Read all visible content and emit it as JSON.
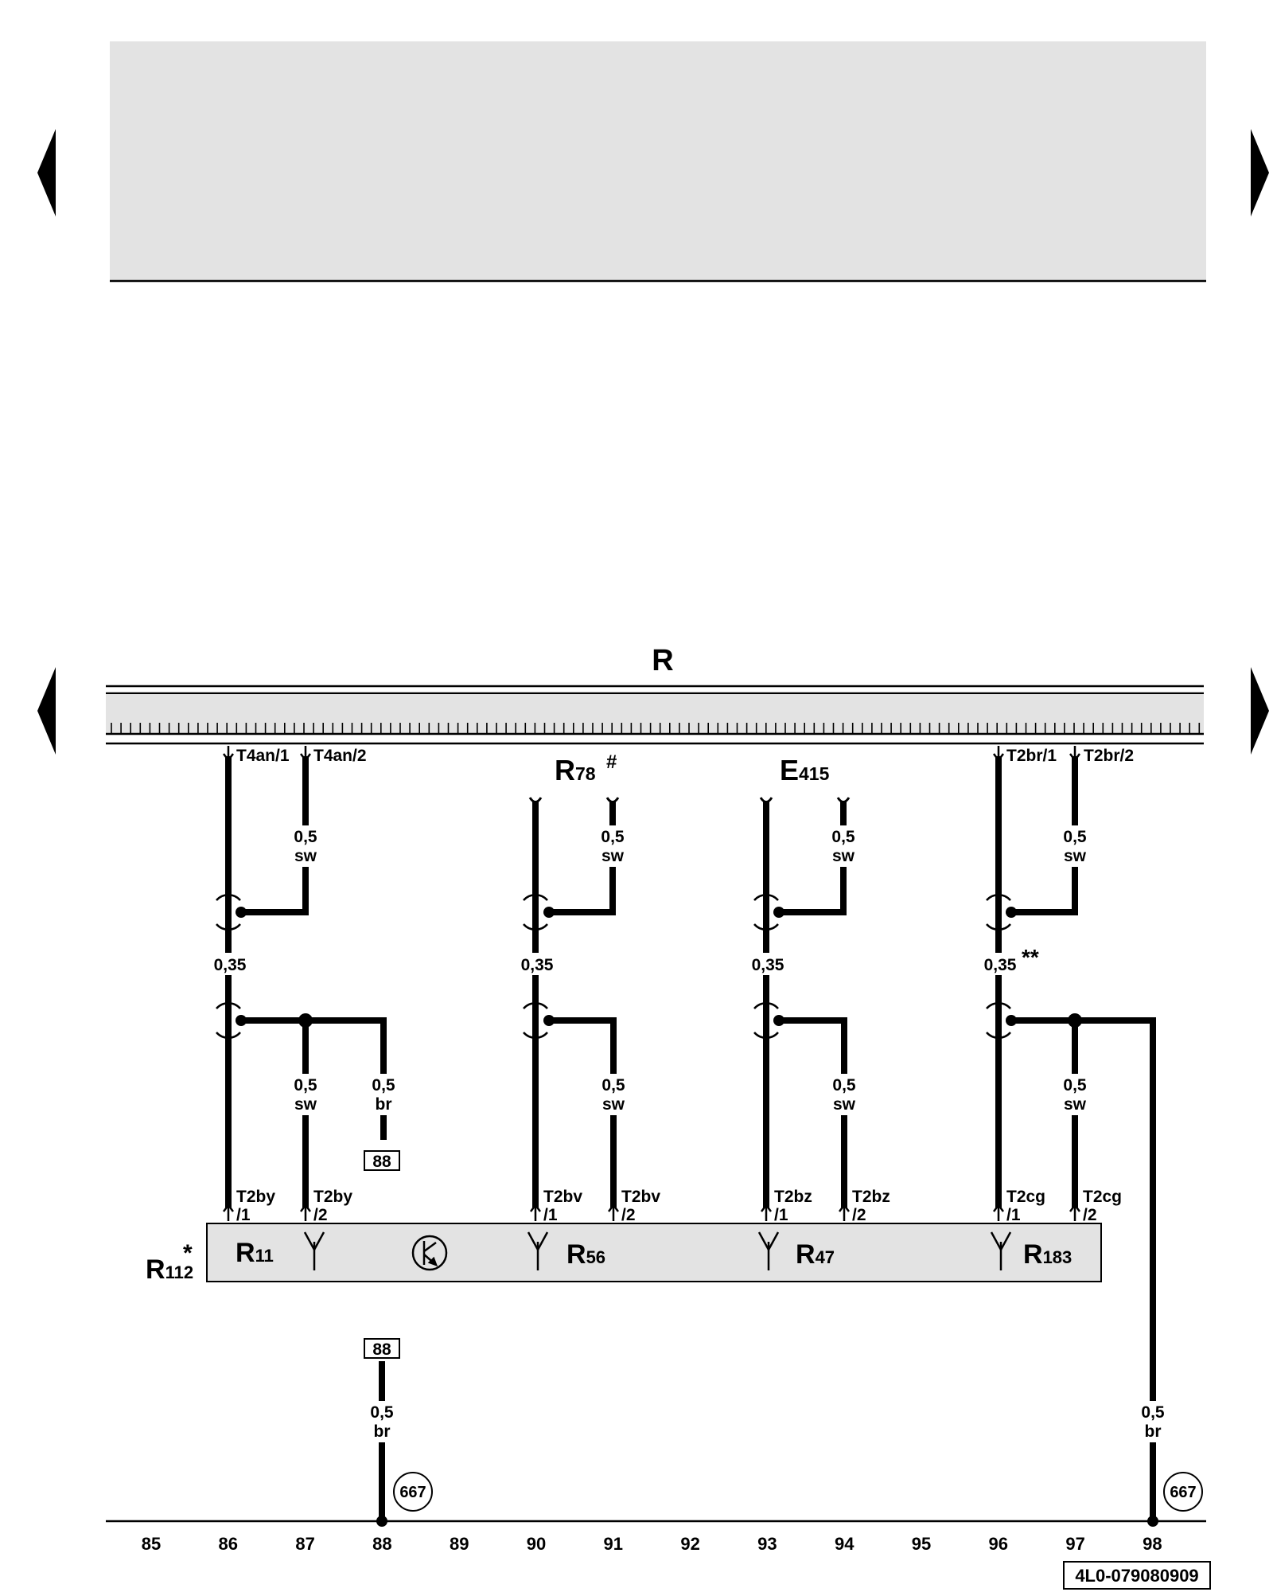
{
  "nav": {
    "icon": "triangle-arrow-icon"
  },
  "harness_label": "R",
  "component_label": "R",
  "component_sub": "112",
  "component_mark": "*",
  "sub_components": [
    {
      "prefix": "R",
      "sub": "11"
    },
    {
      "prefix": "R",
      "sub": "56"
    },
    {
      "prefix": "R",
      "sub": "47"
    },
    {
      "prefix": "R",
      "sub": "183"
    }
  ],
  "top_components": [
    {
      "prefix": "R",
      "sub": "78",
      "mark": "#"
    },
    {
      "prefix": "E",
      "sub": "415",
      "mark": ""
    }
  ],
  "connectors_top": [
    {
      "label": "T4an/1"
    },
    {
      "label": "T4an/2"
    },
    {
      "label": "T2br/1"
    },
    {
      "label": "T2br/2"
    }
  ],
  "connectors_bottom": [
    {
      "name": "T2by",
      "pin": "/1"
    },
    {
      "name": "T2by",
      "pin": "/2"
    },
    {
      "name": "T2bv",
      "pin": "/1"
    },
    {
      "name": "T2bv",
      "pin": "/2"
    },
    {
      "name": "T2bz",
      "pin": "/1"
    },
    {
      "name": "T2bz",
      "pin": "/2"
    },
    {
      "name": "T2cg",
      "pin": "/1"
    },
    {
      "name": "T2cg",
      "pin": "/2"
    }
  ],
  "wires": {
    "upper_signal": [
      {
        "size": "0,5",
        "color": "sw"
      },
      {
        "size": "0,5",
        "color": "sw"
      },
      {
        "size": "0,5",
        "color": "sw"
      },
      {
        "size": "0,5",
        "color": "sw"
      }
    ],
    "coax": [
      {
        "size": "0,35",
        "mark": ""
      },
      {
        "size": "0,35",
        "mark": ""
      },
      {
        "size": "0,35",
        "mark": ""
      },
      {
        "size": "0,35",
        "mark": "**"
      }
    ],
    "lower_signal": [
      {
        "size": "0,5",
        "color": "sw"
      },
      {
        "size": "0,5",
        "color": "sw"
      },
      {
        "size": "0,5",
        "color": "sw"
      },
      {
        "size": "0,5",
        "color": "sw"
      }
    ],
    "branch_br": {
      "size": "0,5",
      "color": "br"
    },
    "ground_left": {
      "size": "0,5",
      "color": "br"
    },
    "ground_right": {
      "size": "0,5",
      "color": "br"
    }
  },
  "references": {
    "continuation_box": "88",
    "ground_point": "667"
  },
  "track_numbers": [
    "85",
    "86",
    "87",
    "88",
    "89",
    "90",
    "91",
    "92",
    "93",
    "94",
    "95",
    "96",
    "97",
    "98"
  ],
  "document_id": "4L0-079080909"
}
